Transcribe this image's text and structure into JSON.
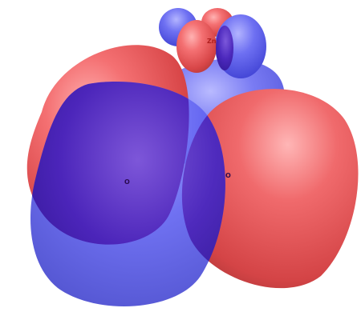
{
  "atoms": [
    {
      "label": "Zn"
    },
    {
      "label": "O"
    },
    {
      "label": "O"
    }
  ],
  "colors": {
    "positive_lobe": "#e8585a",
    "negative_lobe": "#5a5cf0",
    "overlap": "#3b1fb4",
    "atom_label_zn": "#b0201f",
    "atom_label_o": "#2a0a50",
    "background": "#ffffff"
  }
}
